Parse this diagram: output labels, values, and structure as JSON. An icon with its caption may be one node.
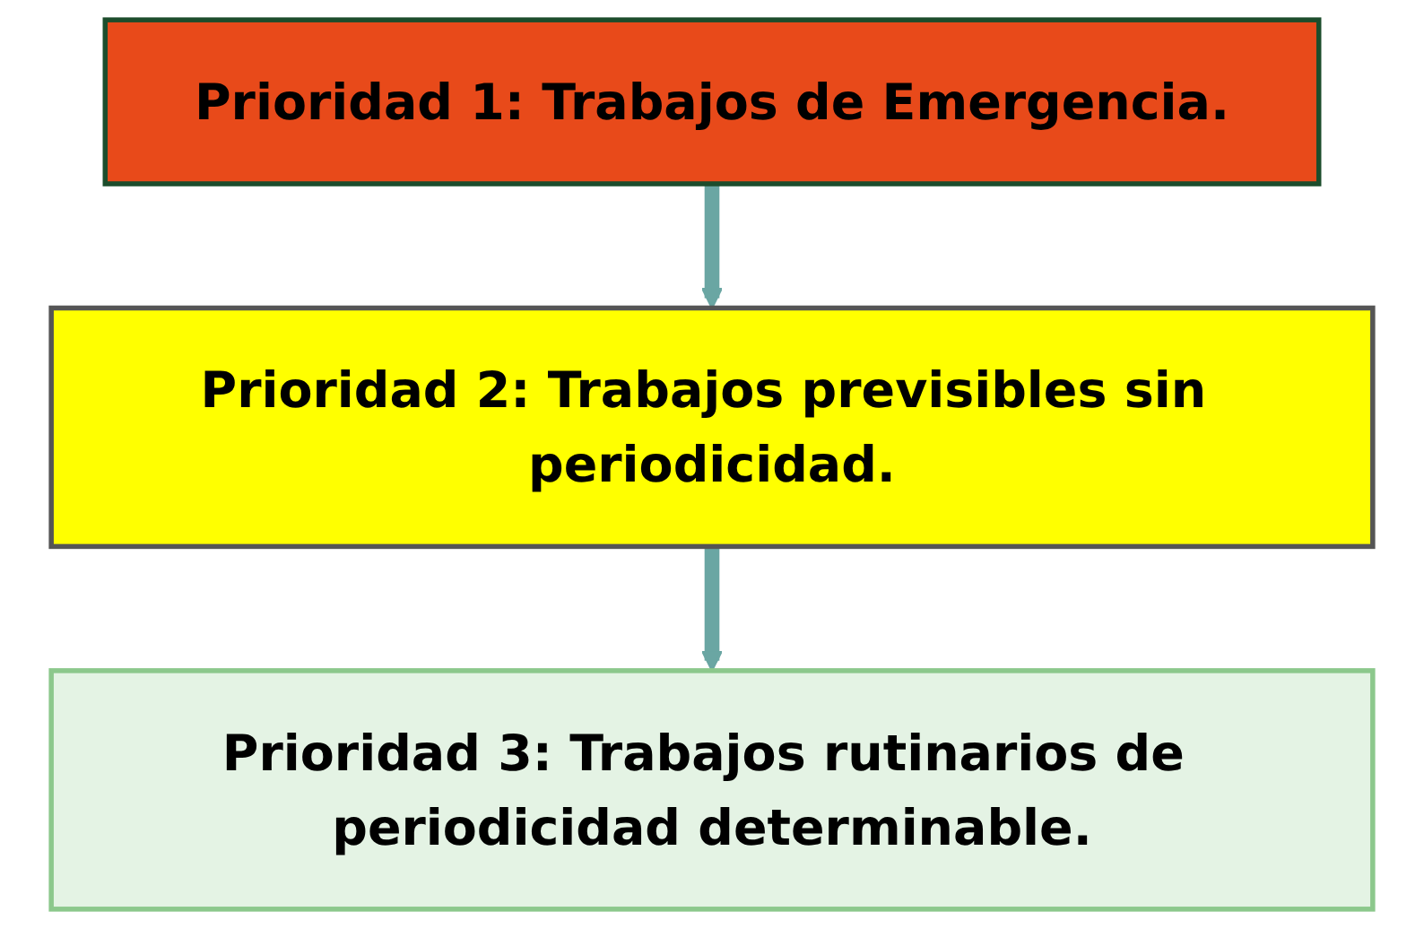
{
  "diagram": {
    "nodes": [
      {
        "text": [
          "Prioridad 1: Trabajos de Emergencia."
        ]
      },
      {
        "text": [
          "Prioridad 2: Trabajos previsibles sin periodicidad."
        ]
      },
      {
        "text": [
          "Prioridad 3: Trabajos rutinarios de periodicidad determinable."
        ]
      }
    ],
    "edges": [
      {
        "from": 0,
        "to": 1,
        "arrow": "to"
      },
      {
        "from": 1,
        "to": 2,
        "arrow": "to"
      }
    ]
  }
}
